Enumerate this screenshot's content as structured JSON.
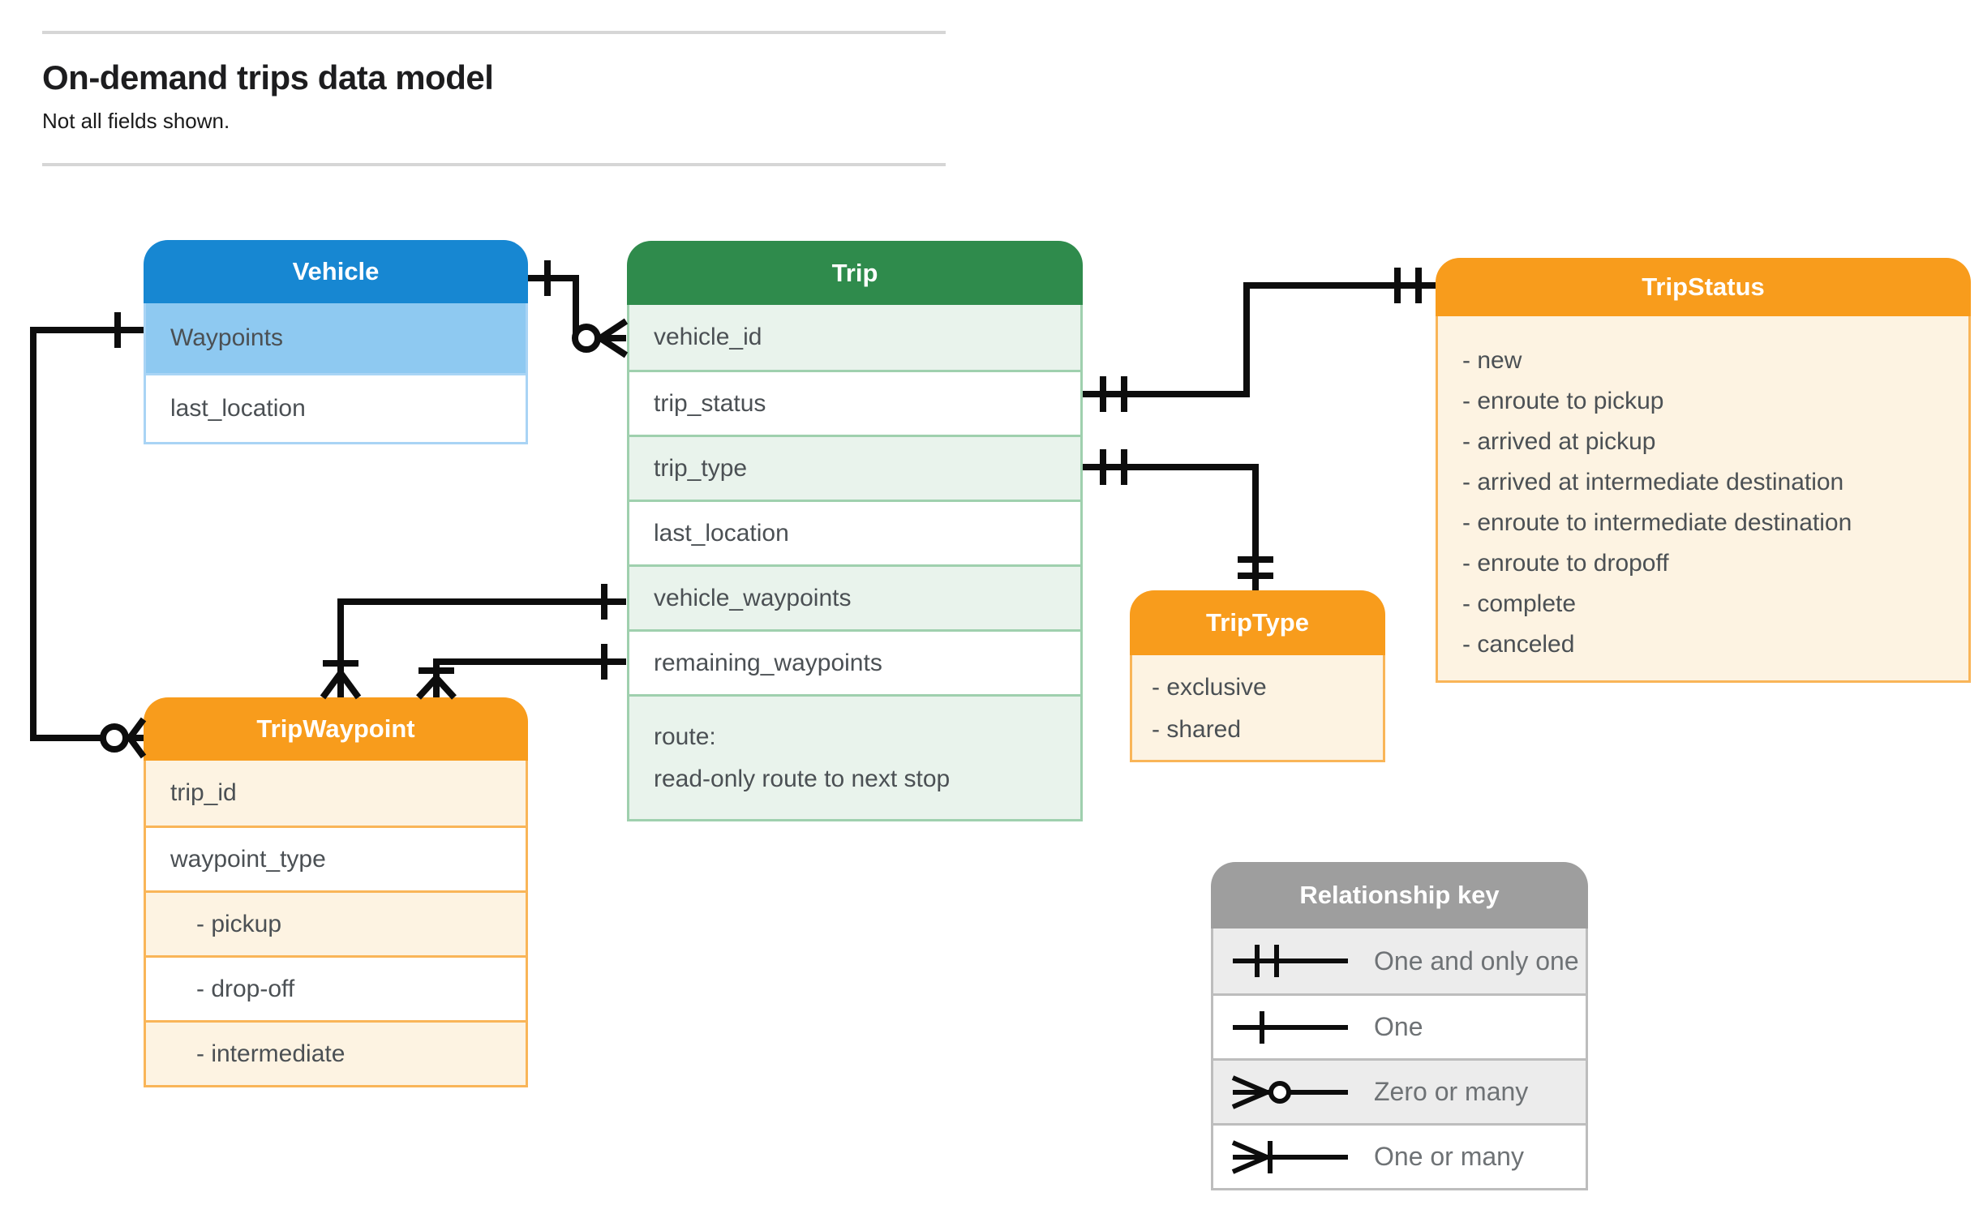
{
  "header": {
    "title": "On-demand trips data model",
    "subtitle": "Not all fields shown."
  },
  "entities": {
    "vehicle": {
      "title": "Vehicle",
      "rows": [
        "Waypoints",
        "last_location"
      ],
      "highlighted_row": "Waypoints"
    },
    "trip": {
      "title": "Trip",
      "rows": [
        "vehicle_id",
        "trip_status",
        "trip_type",
        "last_location",
        "vehicle_waypoints",
        "remaining_waypoints"
      ],
      "route_label": "route:",
      "route_note": "read-only route to next stop"
    },
    "trip_status": {
      "title": "TripStatus",
      "items": [
        "- new",
        "- enroute to pickup",
        "- arrived at pickup",
        "- arrived at intermediate destination",
        "- enroute to intermediate destination",
        "- enroute to dropoff",
        "- complete",
        "- canceled"
      ]
    },
    "trip_type": {
      "title": "TripType",
      "items": [
        "- exclusive",
        "- shared"
      ]
    },
    "trip_waypoint": {
      "title": "TripWaypoint",
      "rows": [
        "trip_id",
        "waypoint_type",
        "- pickup",
        "- drop-off",
        "- intermediate"
      ]
    }
  },
  "legend": {
    "title": "Relationship key",
    "rows": [
      {
        "symbol": "one-and-only-one-icon",
        "label": "One and only one"
      },
      {
        "symbol": "one-icon",
        "label": "One"
      },
      {
        "symbol": "zero-or-many-icon",
        "label": "Zero or many"
      },
      {
        "symbol": "one-or-many-icon",
        "label": "One or many"
      }
    ]
  },
  "connectors": [
    {
      "from": "Vehicle",
      "to": "Trip.vehicle_id",
      "from_end": "one",
      "to_end": "zero-or-many"
    },
    {
      "from": "Trip.trip_status",
      "to": "TripStatus",
      "from_end": "one-and-only-one",
      "to_end": "one-and-only-one"
    },
    {
      "from": "Trip.trip_type",
      "to": "TripType",
      "from_end": "one-and-only-one",
      "to_end": "one-and-only-one"
    },
    {
      "from": "Trip.vehicle_waypoints",
      "to": "TripWaypoint",
      "from_end": "one",
      "to_end": "one-or-many"
    },
    {
      "from": "Trip.remaining_waypoints",
      "to": "TripWaypoint",
      "from_end": "one",
      "to_end": "one-or-many"
    },
    {
      "from": "Vehicle.Waypoints",
      "to": "TripWaypoint",
      "from_end": "one",
      "to_end": "zero-or-many"
    }
  ],
  "colors": {
    "vehicle_header": "#1787d2",
    "vehicle_highlight_row": "#8ec9f1",
    "trip_header": "#2f8b4c",
    "trip_alt_row": "#e9f3ec",
    "enum_header": "#f89c1c",
    "enum_body": "#fdf3e2",
    "legend_header": "#9e9e9e",
    "legend_alt_row": "#ececec",
    "connector": "#0d0d0d"
  }
}
